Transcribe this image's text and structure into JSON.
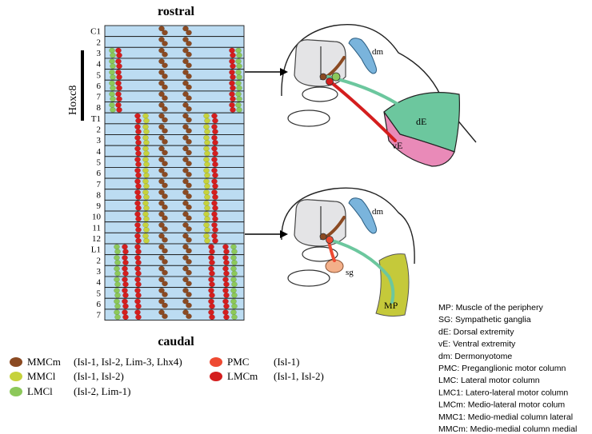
{
  "labels": {
    "rostral": "rostral",
    "caudal": "caudal",
    "hoxc8": "Hoxc8",
    "dm_top": "dm",
    "dE": "dE",
    "vE": "vE",
    "dm_bottom": "dm",
    "sg": "sg",
    "MP": "MP"
  },
  "segments": [
    "C1",
    "2",
    "3",
    "4",
    "5",
    "6",
    "7",
    "8",
    "T1",
    "2",
    "3",
    "4",
    "5",
    "6",
    "7",
    "8",
    "9",
    "10",
    "11",
    "12",
    "L1",
    "2",
    "3",
    "4",
    "5",
    "6",
    "7"
  ],
  "legend": [
    {
      "key": "mmcm",
      "abbr": "MMCm",
      "markers": "(Isl-1, Isl-2, Lim-3, Lhx4)",
      "color": "#8b4a22"
    },
    {
      "key": "mmcl",
      "abbr": "MMCl",
      "markers": "(Isl-1, Isl-2)",
      "color": "#c6d23c"
    },
    {
      "key": "lmcl",
      "abbr": "LMCl",
      "markers": "(Isl-2, Lim-1)",
      "color": "#8cc85a"
    },
    {
      "key": "pmc",
      "abbr": "PMC",
      "markers": "(Isl-1)",
      "color": "#ee4a32"
    },
    {
      "key": "lmcm",
      "abbr": "LMCm",
      "markers": "(Isl-1, Isl-2)",
      "color": "#d41e1e"
    }
  ],
  "abbreviations": [
    "MP: Muscle of the periphery",
    "SG: Sympathetic ganglia",
    "dE: Dorsal extremity",
    "vE: Ventral extremity",
    "dm: Dermonyotome",
    "PMC: Preganglionic motor column",
    "LMC: Lateral motor column",
    "LMC1: Latero-lateral motor column",
    "LMCm: Medio-lateral motor colum",
    "MMC1: Medio-medial column lateral",
    "MMCm: Medio-medial column medial"
  ],
  "colors": {
    "segment_fill": "#bcdcf2",
    "mmcm": "#8b4a22",
    "mmcl": "#c6d23c",
    "lmcl": "#8cc85a",
    "pmc": "#ee4a32",
    "lmcm": "#d41e1e",
    "limb_dorsal": "#6cc79e",
    "limb_ventral": "#e98ab8",
    "dm": "#7ab4dc",
    "mp": "#c5c93a",
    "sg": "#f3b08a",
    "spinal_cord": "#e4e4e6"
  }
}
